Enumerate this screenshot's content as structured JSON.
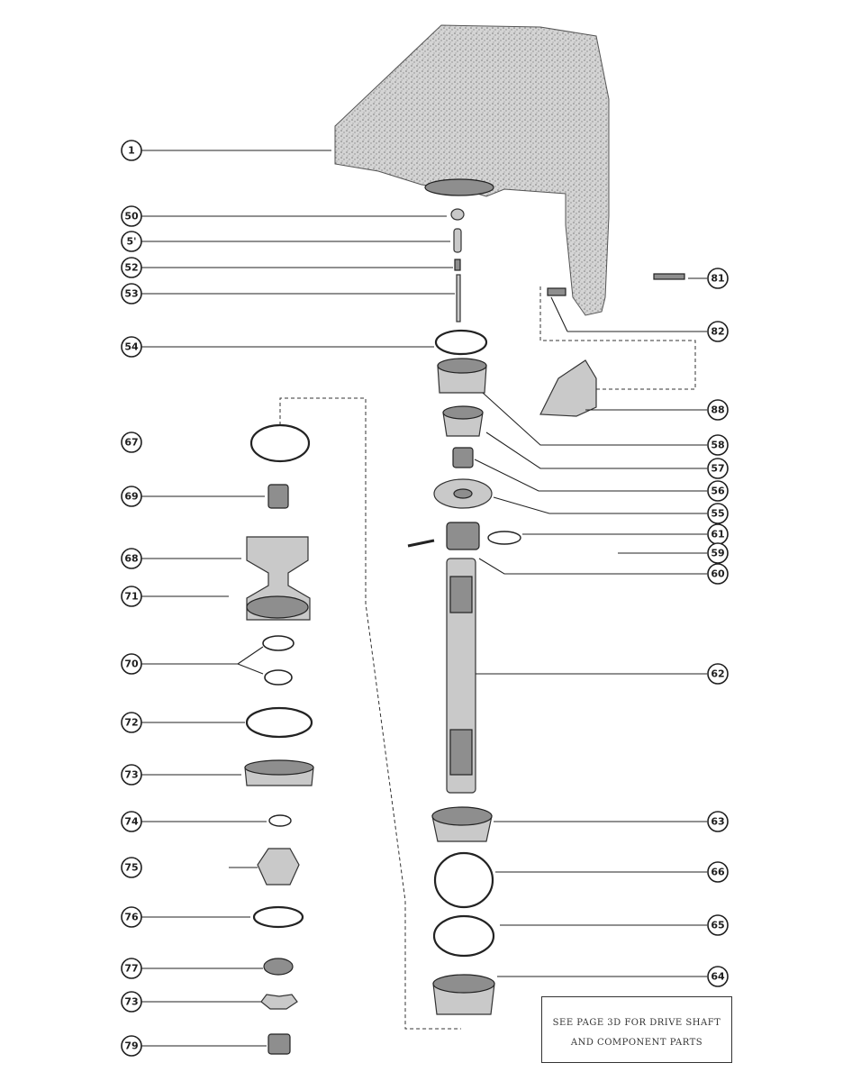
{
  "diagram": {
    "callouts": [
      "1",
      "50",
      "5'",
      "52",
      "53",
      "54",
      "67",
      "69",
      "68",
      "71",
      "70",
      "72",
      "73",
      "74",
      "75",
      "76",
      "77",
      "73",
      "79",
      "81",
      "82",
      "88",
      "58",
      "57",
      "56",
      "55",
      "61",
      "59",
      "60",
      "62",
      "63",
      "66",
      "65",
      "64"
    ],
    "note": {
      "line1": "SEE PAGE 3D FOR DRIVE SHAFT",
      "line2": "AND COMPONENT PARTS"
    }
  }
}
